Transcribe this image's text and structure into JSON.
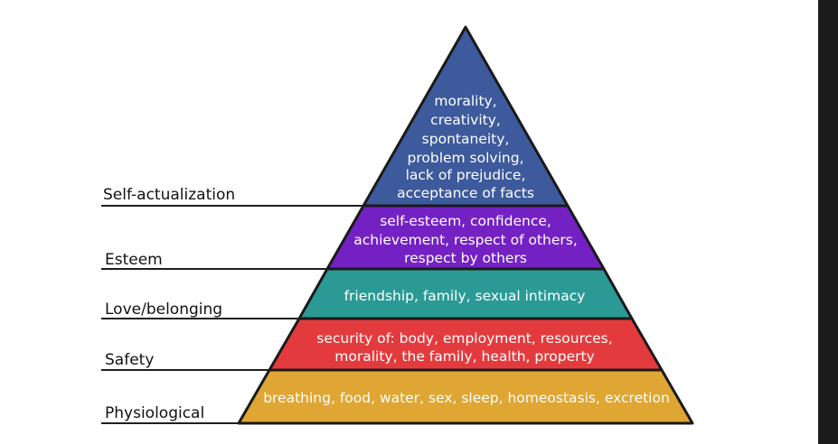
{
  "levels": [
    {
      "name": "Self-actualization",
      "lines": [
        "morality,",
        "creativity,",
        "spontaneity,",
        "problem solving,",
        "lack of prejudice,",
        "acceptance of facts"
      ],
      "color": "#3d5a9c"
    },
    {
      "name": "Esteem",
      "lines": [
        "self-esteem, confidence,",
        "achievement, respect of others,",
        "respect by others"
      ],
      "color": "#7421c4"
    },
    {
      "name": "Love/belonging",
      "lines": [
        "friendship, family, sexual intimacy"
      ],
      "color": "#2b9a95"
    },
    {
      "name": "Safety",
      "lines": [
        "security of: body, employment, resources,",
        "morality, the family, health, property"
      ],
      "color": "#e33b3d"
    },
    {
      "name": "Physiological",
      "lines": [
        "breathing, food, water, sex, sleep, homeostasis, excretion"
      ],
      "color": "#dfa633"
    }
  ]
}
